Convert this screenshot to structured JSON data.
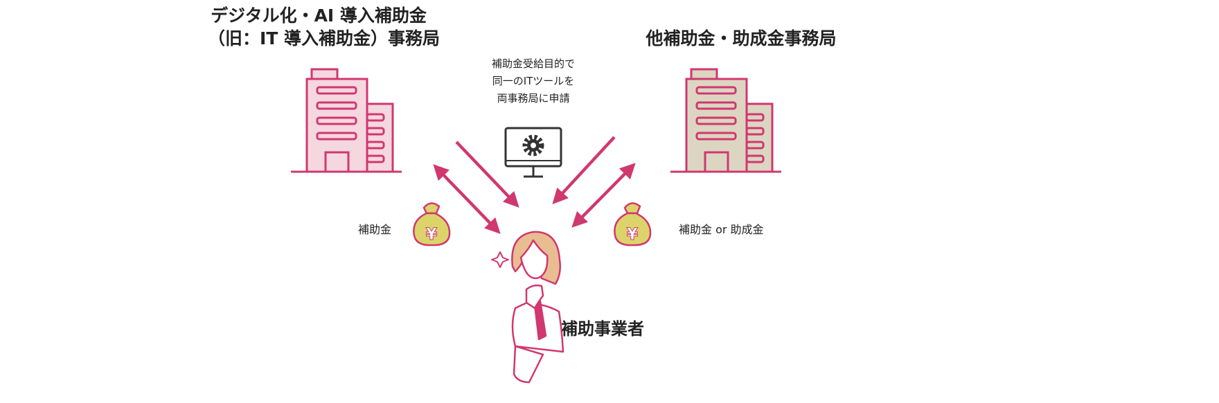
{
  "left_office": {
    "title_line1": "デジタル化・AI 導入補助金",
    "title_line2": "（旧：IT 導入補助金）事務局"
  },
  "right_office": {
    "title": "他補助金・助成金事務局"
  },
  "center_note": {
    "line1": "補助金受給目的で",
    "line2": "同一のITツールを",
    "line3": "両事務局に申請"
  },
  "left_money_label": "補助金",
  "right_money_label": "補助金 or 助成金",
  "person_label": "補助事業者",
  "colors": {
    "accent": "#d0386f",
    "left_building_fill": "#f5d7df",
    "right_building_fill": "#dcd5c2",
    "bag_fill": "#dcd46a",
    "hair": "#e8bd92"
  }
}
